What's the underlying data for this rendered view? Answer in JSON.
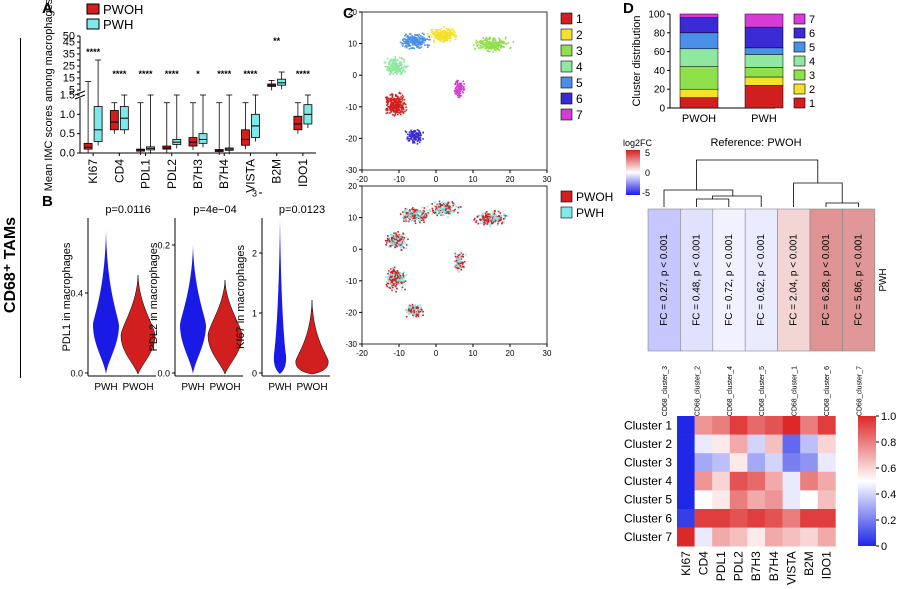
{
  "side_title": "CD68⁺ TAMs",
  "panel_letters": [
    "A",
    "B",
    "C",
    "D"
  ],
  "colors": {
    "pwoh": "#d11f1f",
    "pwh": "#7fe8e8",
    "blue": "#1a1ae6"
  },
  "chart_data": [
    {
      "id": "A",
      "type": "box",
      "ylabel": "Mean IMC scores among macrophages",
      "legend": [
        "PWOH",
        "PWH"
      ],
      "legend_placement": "top",
      "categories": [
        "KI67",
        "CD4",
        "PDL1",
        "PDL2",
        "B7H3",
        "B7H4",
        "VISTA",
        "B2M",
        "IDO1"
      ],
      "significance": [
        "****",
        "****",
        "****",
        "****",
        "*",
        "****",
        "****",
        "**",
        "****"
      ],
      "y_axis_broken": true,
      "yticks_lower": [
        "0.0",
        "0.5",
        "1.0",
        "1.5"
      ],
      "yticks_upper": [
        "5",
        "10",
        "15",
        "20",
        "25",
        "30",
        "35",
        "40",
        "45",
        "50"
      ],
      "series": [
        {
          "name": "PWOH",
          "boxes": [
            {
              "q1": 0.1,
              "med": 0.15,
              "q3": 0.25
            },
            {
              "q1": 0.6,
              "med": 0.8,
              "q3": 1.1
            },
            {
              "q1": 0.05,
              "med": 0.08,
              "q3": 0.1
            },
            {
              "q1": 0.1,
              "med": 0.13,
              "q3": 0.18
            },
            {
              "q1": 0.18,
              "med": 0.28,
              "q3": 0.4
            },
            {
              "q1": 0.05,
              "med": 0.07,
              "q3": 0.09
            },
            {
              "q1": 0.2,
              "med": 0.35,
              "q3": 0.6
            },
            {
              "q1": 8,
              "med": 9,
              "q3": 10
            },
            {
              "q1": 0.6,
              "med": 0.75,
              "q3": 0.95
            }
          ]
        },
        {
          "name": "PWH",
          "boxes": [
            {
              "q1": 0.3,
              "med": 0.6,
              "q3": 1.2
            },
            {
              "q1": 0.6,
              "med": 0.9,
              "q3": 1.2
            },
            {
              "q1": 0.08,
              "med": 0.12,
              "q3": 0.16
            },
            {
              "q1": 0.22,
              "med": 0.28,
              "q3": 0.35
            },
            {
              "q1": 0.25,
              "med": 0.35,
              "q3": 0.5
            },
            {
              "q1": 0.07,
              "med": 0.1,
              "q3": 0.13
            },
            {
              "q1": 0.4,
              "med": 0.7,
              "q3": 1.0
            },
            {
              "q1": 9,
              "med": 11,
              "q3": 14
            },
            {
              "q1": 0.75,
              "med": 1.0,
              "q3": 1.25
            }
          ]
        }
      ]
    },
    {
      "id": "B",
      "type": "violin",
      "panels": [
        {
          "p": "p=0.0116",
          "ylabel": "PDL1 in macrophages",
          "yticks": [
            "0.0",
            "0.4"
          ],
          "groups": [
            "PWH",
            "PWOH"
          ],
          "medians": [
            0.2,
            0.17
          ]
        },
        {
          "p": "p=4e−04",
          "ylabel": "PDL2 in macrophages",
          "yticks": [
            "0.0",
            "0.2"
          ],
          "groups": [
            "PWH",
            "PWOH"
          ],
          "medians": [
            0.09,
            0.07
          ]
        },
        {
          "p": "p=0.0123",
          "ylabel": "KI67 in macrophages",
          "yticks": [
            "0",
            "1",
            "2",
            "3"
          ],
          "groups": [
            "PWH",
            "PWOH"
          ],
          "medians": [
            0.3,
            0.2
          ]
        }
      ]
    },
    {
      "id": "C",
      "type": "scatter",
      "xticks": [
        "-20",
        "-10",
        "0",
        "10",
        "20",
        "30"
      ],
      "yticks": [
        "-30",
        "-20",
        "-10",
        "0",
        "10",
        "20"
      ],
      "xlim": [
        -20,
        30
      ],
      "ylim": [
        -30,
        20
      ],
      "top_legend": [
        {
          "label": "1",
          "color": "#d11f1f"
        },
        {
          "label": "2",
          "color": "#f5e02a"
        },
        {
          "label": "3",
          "color": "#8fe04a"
        },
        {
          "label": "4",
          "color": "#8ee8a0"
        },
        {
          "label": "5",
          "color": "#4a8fe8"
        },
        {
          "label": "6",
          "color": "#3b2bd6"
        },
        {
          "label": "7",
          "color": "#d63bd6"
        }
      ],
      "bottom_legend": [
        {
          "label": "PWOH",
          "color": "#d11f1f"
        },
        {
          "label": "PWH",
          "color": "#7fe8e8"
        }
      ]
    },
    {
      "id": "D-stack",
      "type": "bar",
      "ylabel": "Cluster distribution",
      "yticks": [
        "0",
        "20",
        "40",
        "60",
        "80",
        "100"
      ],
      "ylim": [
        0,
        100
      ],
      "categories": [
        "PWOH",
        "PWH"
      ],
      "legend": [
        {
          "label": "7",
          "color": "#d63bd6"
        },
        {
          "label": "6",
          "color": "#3b2bd6"
        },
        {
          "label": "5",
          "color": "#4a8fe8"
        },
        {
          "label": "4",
          "color": "#8ee8a0"
        },
        {
          "label": "3",
          "color": "#8fe04a"
        },
        {
          "label": "2",
          "color": "#f5e02a"
        },
        {
          "label": "1",
          "color": "#d11f1f"
        }
      ],
      "series": [
        {
          "name": "1",
          "values": [
            11,
            24
          ]
        },
        {
          "name": "2",
          "values": [
            9,
            9
          ]
        },
        {
          "name": "3",
          "values": [
            24,
            10
          ]
        },
        {
          "name": "4",
          "values": [
            19,
            14
          ]
        },
        {
          "name": "5",
          "values": [
            17,
            7
          ]
        },
        {
          "name": "6",
          "values": [
            16,
            22
          ]
        },
        {
          "name": "7",
          "values": [
            4,
            14
          ]
        }
      ]
    },
    {
      "id": "D-fc",
      "type": "heatmap",
      "legend_title": "log2FC",
      "legend_ticks": [
        "5",
        "0",
        "-5"
      ],
      "reference": "Reference: PWOH",
      "row_label": "PWH",
      "columns": [
        "CD68_cluster_3",
        "CD68_cluster_2",
        "CD68_cluster_4",
        "CD68_cluster_5",
        "CD68_cluster_1",
        "CD68_cluster_6",
        "CD68_cluster_7"
      ],
      "cells": [
        "FC = 0.27, p < 0.001",
        "FC = 0.48, p < 0.001",
        "FC = 0.72, p < 0.001",
        "FC = 0.62, p < 0.001",
        "FC = 2.04, p < 0.001",
        "FC = 6.28, p < 0.001",
        "FC = 5.86, p < 0.001"
      ],
      "fc": [
        0.27,
        0.48,
        0.72,
        0.62,
        2.04,
        6.28,
        5.86
      ]
    },
    {
      "id": "D-heat",
      "type": "heatmap",
      "rows": [
        "Cluster 1",
        "Cluster 2",
        "Cluster 3",
        "Cluster 4",
        "Cluster 5",
        "Cluster 6",
        "Cluster 7"
      ],
      "columns": [
        "KI67",
        "CD4",
        "PDL1",
        "PDL2",
        "B7H3",
        "B7H4",
        "VISTA",
        "B2M",
        "IDO1"
      ],
      "colorbar_ticks": [
        "1.0",
        "0.8",
        "0.6",
        "0.4",
        "0.2",
        "0"
      ],
      "values": [
        [
          0.0,
          0.75,
          0.8,
          0.95,
          0.85,
          0.9,
          1.0,
          0.8,
          0.95
        ],
        [
          0.0,
          0.45,
          0.55,
          0.7,
          0.4,
          0.65,
          0.15,
          0.35,
          0.6
        ],
        [
          0.0,
          0.3,
          0.35,
          0.55,
          0.3,
          0.4,
          0.2,
          0.25,
          0.45
        ],
        [
          0.0,
          0.75,
          0.6,
          0.9,
          0.85,
          0.7,
          0.45,
          0.8,
          0.7
        ],
        [
          0.0,
          0.5,
          0.55,
          0.8,
          0.7,
          0.75,
          0.45,
          0.5,
          0.65
        ],
        [
          0.05,
          0.95,
          0.95,
          0.9,
          0.95,
          0.9,
          0.8,
          0.95,
          0.95
        ],
        [
          1.0,
          0.45,
          0.7,
          0.65,
          0.55,
          0.7,
          0.65,
          0.6,
          0.7
        ]
      ]
    }
  ]
}
